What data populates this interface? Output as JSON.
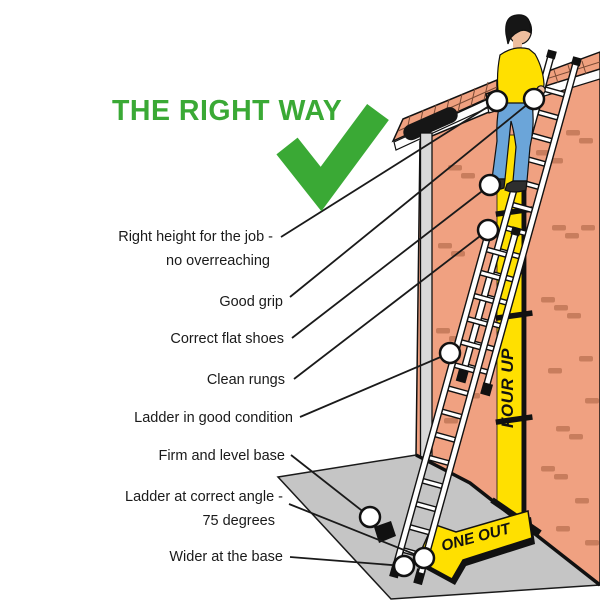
{
  "title": "THE RIGHT WAY",
  "icons": {
    "checkmark": "green-check"
  },
  "labels": [
    {
      "id": "right-height",
      "lines": [
        "Right height for the job -",
        "no overreaching"
      ]
    },
    {
      "id": "good-grip",
      "lines": [
        "Good grip"
      ]
    },
    {
      "id": "flat-shoes",
      "lines": [
        "Correct flat shoes"
      ]
    },
    {
      "id": "clean-rungs",
      "lines": [
        "Clean rungs"
      ]
    },
    {
      "id": "good-condition",
      "lines": [
        "Ladder in good condition"
      ]
    },
    {
      "id": "firm-base",
      "lines": [
        "Firm and level base"
      ]
    },
    {
      "id": "correct-angle",
      "lines": [
        "Ladder at correct angle -",
        "75 degrees"
      ]
    },
    {
      "id": "wider-base",
      "lines": [
        "Wider at the base"
      ]
    }
  ],
  "markers": {
    "four_up": "FOUR UP",
    "one_out": "ONE OUT"
  },
  "colors": {
    "green": "#3aa935",
    "yellow": "#ffe000",
    "wall": "#f0a181",
    "brick": "#c87d5d",
    "ground": "#c5c5c5",
    "jeans": "#6ba5d9",
    "skin": "#eebd9e"
  }
}
